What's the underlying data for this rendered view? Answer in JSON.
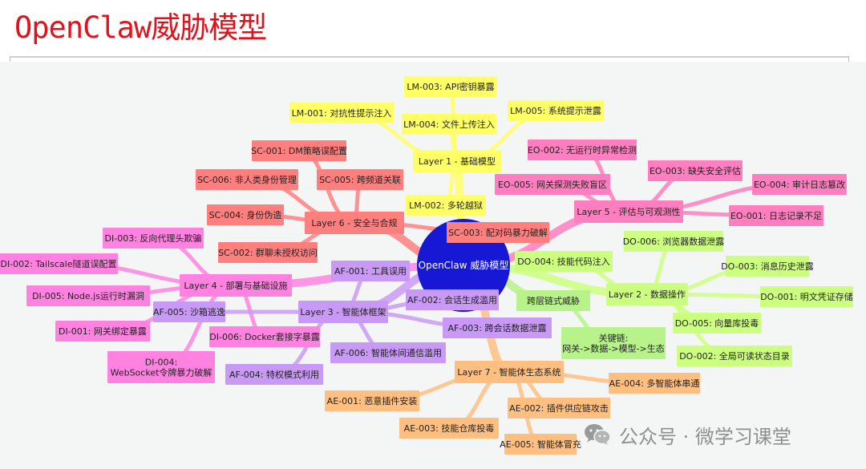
{
  "title": "OpenClaw威胁模型",
  "center": "OpenClaw 威胁模型",
  "colors": {
    "center": "#1717d6",
    "layer1": "#ffff66",
    "layer2": "#ccff80",
    "layer3": "#c99af5",
    "layer4": "#ff82e0",
    "layer5": "#ff7ec0",
    "layer6": "#ff7f7f",
    "layer7": "#ffbf80",
    "chain": "#b8f28a"
  },
  "branches": [
    {
      "id": "layer1",
      "label": "Layer 1 - 基础模型",
      "items": [
        "LM-003: API密钥暴露",
        "LM-001: 对抗性提示注入",
        "LM-004: 文件上传注入",
        "LM-005: 系统提示泄露",
        "LM-002: 多轮越狱"
      ]
    },
    {
      "id": "layer6",
      "label": "Layer 6 - 安全与合规",
      "items": [
        "SC-001: DM策略误配置",
        "SC-006: 非人类身份管理",
        "SC-005: 跨频道关联",
        "SC-004: 身份伪造",
        "SC-002: 群聊未授权访问",
        "SC-003: 配对码暴力破解"
      ]
    },
    {
      "id": "layer5",
      "label": "Layer 5 - 评估与可观测性",
      "items": [
        "EO-002: 无运行时异常检测",
        "EO-003: 缺失安全评估",
        "EO-005: 网关探测失败盲区",
        "EO-004: 审计日志篡改",
        "EO-001: 日志记录不足"
      ]
    },
    {
      "id": "layer4",
      "label": "Layer 4 - 部署与基础设施",
      "items": [
        "DI-003: 反向代理头欺骗",
        "DI-002: Tailscale隧道误配置",
        "DI-005: Node.js运行时漏洞",
        "DI-001: 网关绑定暴露",
        "DI-006: Docker套接字暴露",
        "DI-004:\nWebSocket令牌暴力破解"
      ]
    },
    {
      "id": "layer3",
      "label": "Layer 3 - 智能体框架",
      "items": [
        "AF-001: 工具误用",
        "AF-005: 沙箱逃逸",
        "AF-002: 会话生成滥用",
        "AF-003: 跨会话数据泄露",
        "AF-006: 智能体间通信滥用",
        "AF-004: 特权模式利用"
      ]
    },
    {
      "id": "layer2",
      "label": "Layer 2 - 数据操作",
      "items": [
        "DO-006: 浏览器数据泄露",
        "DO-004: 技能代码注入",
        "DO-003: 消息历史泄露",
        "DO-001: 明文凭证存储",
        "DO-005: 向量库投毒",
        "DO-002: 全局可读状态目录"
      ]
    },
    {
      "id": "layer7",
      "label": "Layer 7 - 智能体生态系统",
      "items": [
        "AE-004: 多智能体串通",
        "AE-001: 恶意插件安装",
        "AE-002: 插件供应链攻击",
        "AE-003: 技能仓库投毒",
        "AE-005: 智能体冒充"
      ]
    },
    {
      "id": "chain",
      "label": "跨层链式威胁",
      "items": [
        "关键链:\n网关->数据->模型->生态"
      ]
    }
  ],
  "watermark": {
    "text": "公众号 · 微学习课堂",
    "icon": "wechat-icon"
  }
}
